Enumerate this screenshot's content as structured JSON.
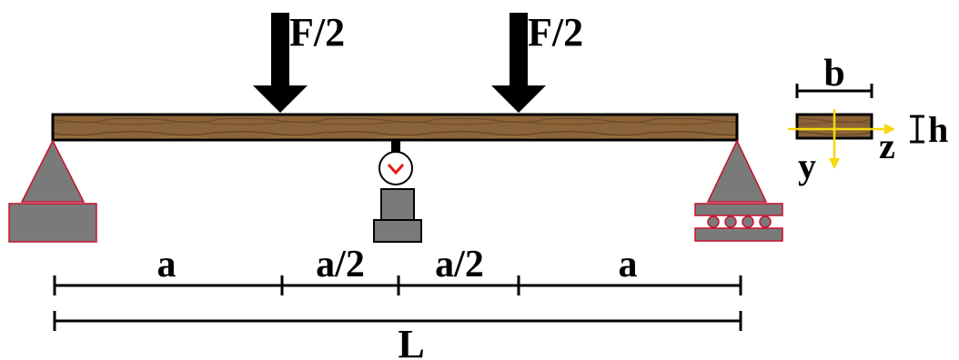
{
  "colors": {
    "wood": "#8a6338",
    "wood_grain": "#5a3c1c",
    "support_gray": "#7a7a7a",
    "support_edge": "#c8102e",
    "axis_yellow": "#f5d90a",
    "gauge_needle": "#e41b17",
    "line": "#000000"
  },
  "loads": {
    "left": "F/2",
    "right": "F/2"
  },
  "segments": {
    "left_a": "a",
    "left_half": "a/2",
    "right_half": "a/2",
    "right_a": "a"
  },
  "span": {
    "total": "L"
  },
  "section": {
    "width": "b",
    "height": "h",
    "axis_z": "z",
    "axis_y": "y"
  },
  "icons": {
    "left_support": "pin-support-icon",
    "right_support": "roller-support-icon",
    "gauge": "dial-gauge-icon"
  }
}
